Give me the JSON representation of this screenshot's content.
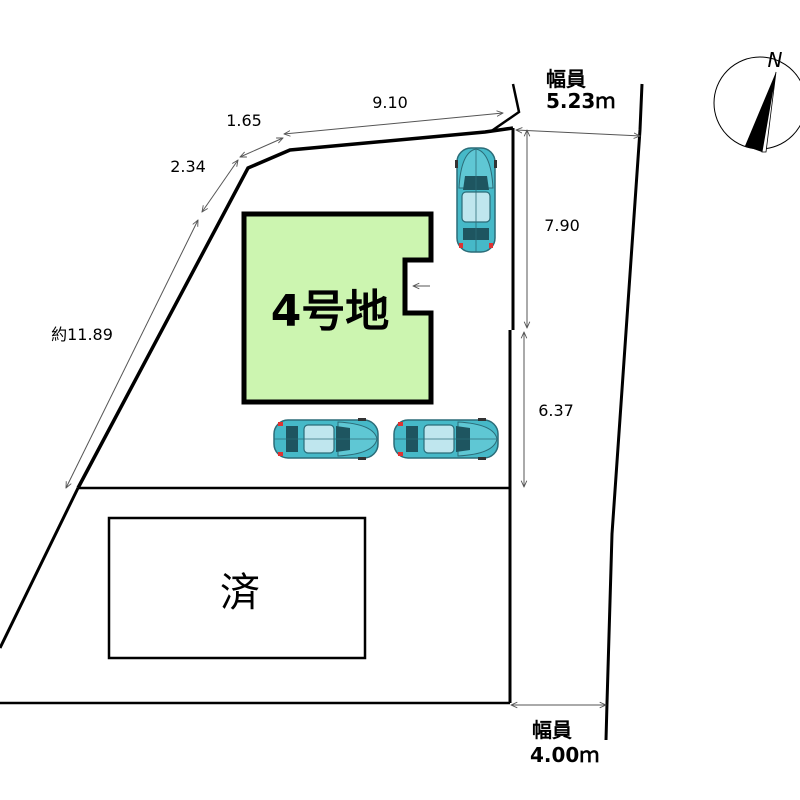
{
  "lot": {
    "label": "4号地",
    "fill": "#ccf5b0"
  },
  "sold_lot": {
    "label": "済"
  },
  "dimensions": {
    "top": "9.10",
    "corner_short": "1.65",
    "corner_mid": "2.34",
    "left_long": "約11.89",
    "right_upper": "7.90",
    "right_lower": "6.37"
  },
  "roads": {
    "east": {
      "line1": "幅員",
      "line2": "5.23ｍ"
    },
    "south": {
      "line1": "幅員",
      "line2": "4.00ｍ"
    }
  },
  "compass": {
    "north_label": "N"
  },
  "colors": {
    "car_body": "#46b9c8",
    "car_glass": "#bfe6ee",
    "line": "#000000",
    "dim_line": "#555555"
  }
}
